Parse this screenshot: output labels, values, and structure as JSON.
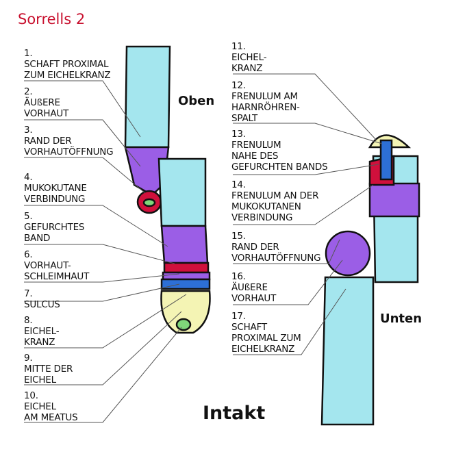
{
  "title": "Sorrells 2",
  "view_top": "Oben",
  "view_bottom": "Unten",
  "caption": "Intakt",
  "labels_left": [
    "1.\nSCHAFT PROXIMAL\nZUM EICHELKRANZ",
    "2.\nÄUßERE\nVORHAUT",
    "3.\nRAND DER\nVORHAUTÖFFNUNG",
    "4.\nMUKOKUTANE\nVERBINDUNG",
    "5.\nGEFURCHTES\nBAND",
    "6.\nVORHAUT-\nSCHLEIMHAUT",
    "7.\nSULCUS",
    "8.\nEICHEL-\nKRANZ",
    "9.\nMITTE DER\nEICHEL",
    "10.\nEICHEL\nAM MEATUS"
  ],
  "labels_right": [
    "11.\nEICHEL-\nKRANZ",
    "12.\nFRENULUM AM\nHARNRÖHREN-\nSPALT",
    "13.\nFRENULUM\nNAHE DES\nGEFURCHTEN BANDS",
    "14.\nFRENULUM AN DER\nMUKOKUTANEN\nVERBINDUNG",
    "15.\nRAND DER\nVORHAUTÖFFNUNG",
    "16.\nÄUßERE\nVORHAUT",
    "17.\nSCHAFT\nPROXIMAL ZUM\nEICHELKRANZ"
  ],
  "colors": {
    "shaft": "#a4e6ee",
    "foreskin": "#9b5ee6",
    "mucocutaneous": "#d0103c",
    "sulcus": "#2d6fd6",
    "glans": "#f4f4b4",
    "meatus": "#7fd67a",
    "title": "#c8102e"
  }
}
